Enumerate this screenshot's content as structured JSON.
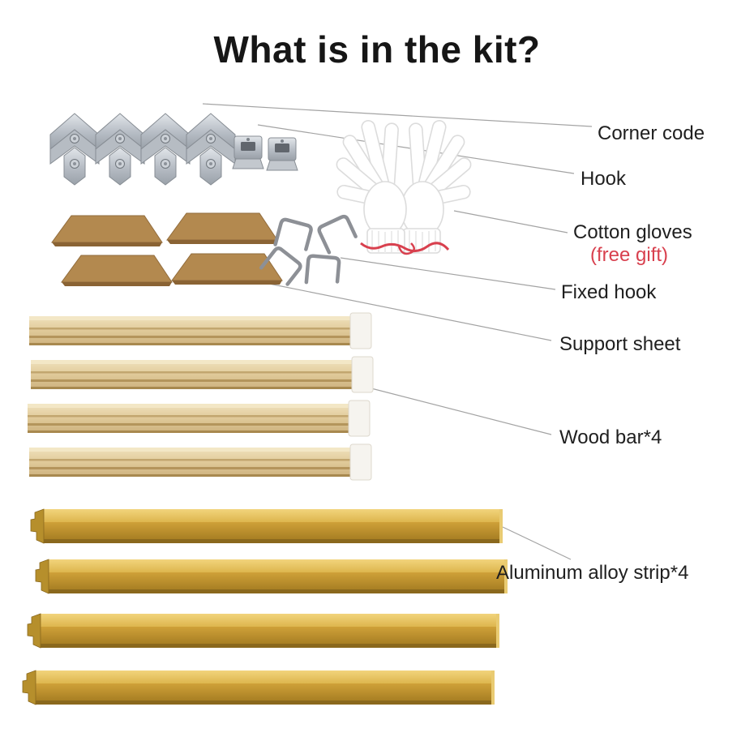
{
  "title": "What is in the kit?",
  "labels": {
    "corner_code": "Corner code",
    "hook": "Hook",
    "cotton_gloves": "Cotton gloves",
    "free_gift": "(free gift)",
    "fixed_hook": "Fixed hook",
    "support_sheet": "Support sheet",
    "wood_bar": "Wood bar*4",
    "aluminum_alloy_strip": "Aluminum alloy strip*4"
  },
  "colors": {
    "title_text": "#161616",
    "label_text": "#1f1f1f",
    "free_gift_red": "#d8404e",
    "callout_line_gray": "#a3a3a3",
    "aluminum_gold": "#c79a33",
    "wood_tan": "#dfc795",
    "support_board_brown": "#b3894f",
    "metal_silver": "#b9bfc7"
  }
}
